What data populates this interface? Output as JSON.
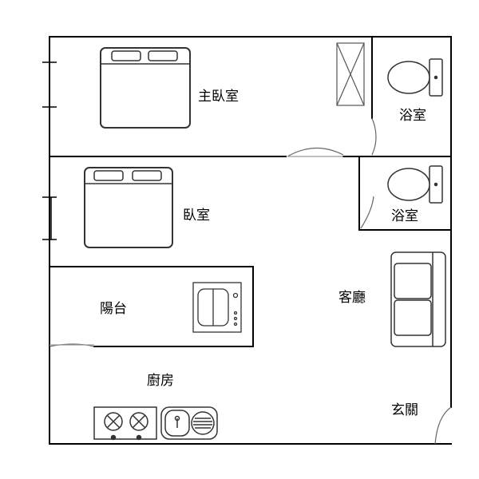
{
  "floor_plan": {
    "rooms": {
      "master_bedroom": "主臥室",
      "bathroom_top": "浴室",
      "bedroom": "臥室",
      "bathroom_bottom": "浴室",
      "balcony": "陽台",
      "living_room": "客廳",
      "kitchen": "廚房",
      "entrance": "玄關"
    },
    "colors": {
      "wall": "#000000",
      "fixture": "#333333",
      "door": "#666666",
      "background": "#ffffff"
    },
    "icons": [
      "double-bed-icon",
      "wardrobe-icon",
      "toilet-icon",
      "washing-machine-icon",
      "sofa-icon",
      "stove-icon",
      "sink-icon",
      "door-swing-icon",
      "window-icon"
    ]
  }
}
